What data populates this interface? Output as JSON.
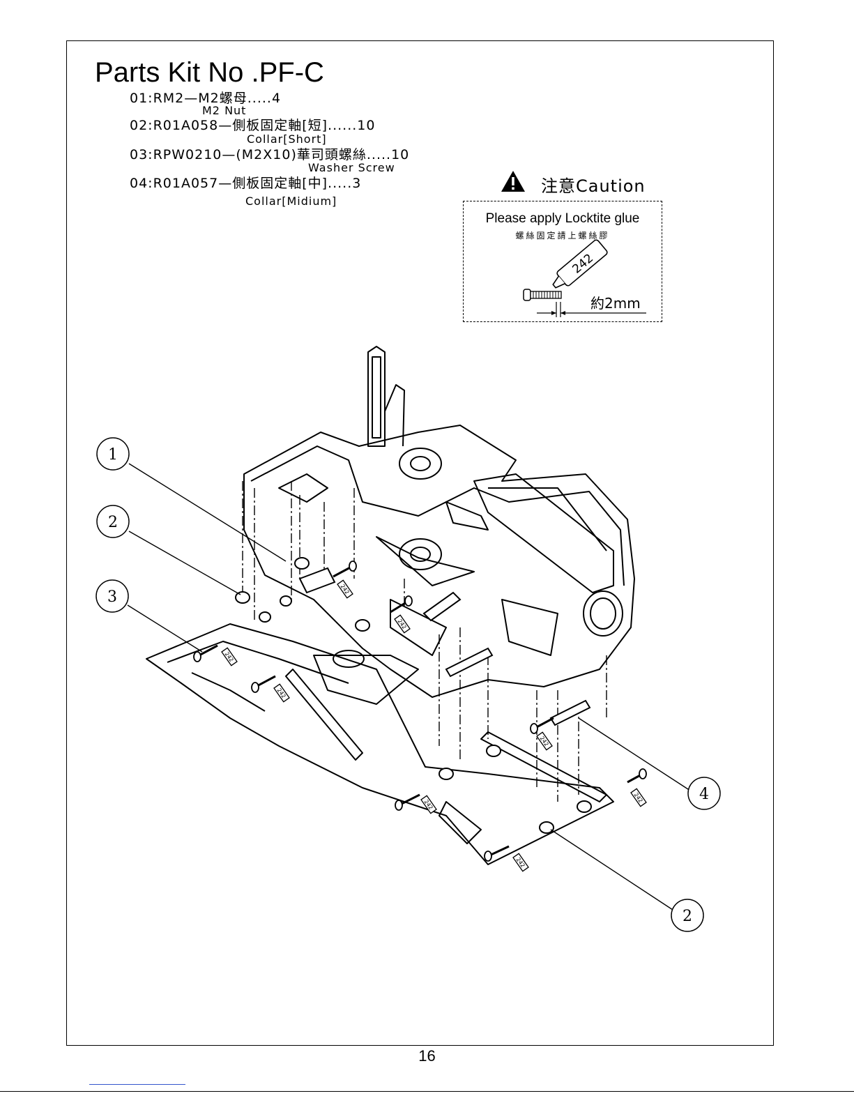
{
  "page": {
    "title": "Parts Kit No .PF-C",
    "page_number": "16"
  },
  "parts": [
    {
      "line": "01:RM2—M2螺母.....4",
      "sub": "M2 Nut"
    },
    {
      "line": "02:R01A058—側板固定軸[短]......10",
      "sub": "Collar[Short]"
    },
    {
      "line": "03:RPW0210—(M2X10)華司頭螺絲.....10",
      "sub": "Washer Screw"
    },
    {
      "line": "04:R01A057—側板固定軸[中].....3",
      "sub": "Collar[Midium]"
    }
  ],
  "caution": {
    "heading": "注意Caution",
    "instruction_en": "Please apply Locktite glue",
    "instruction_zh": "螺絲固定請上螺絲膠",
    "glue_code": "242",
    "dimension": "約2mm"
  },
  "callouts": [
    "1",
    "2",
    "3",
    "4",
    "2"
  ],
  "glue_tags": [
    "242",
    "242",
    "242",
    "242",
    "242",
    "242",
    "242",
    "242"
  ]
}
